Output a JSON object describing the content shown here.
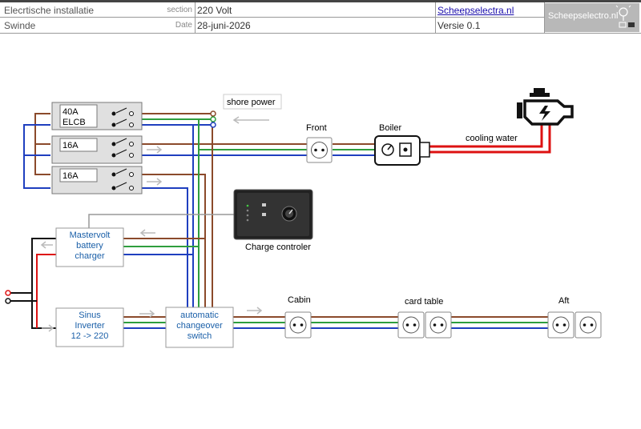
{
  "header": {
    "project": "Elecrtische installatie",
    "vessel": "Swinde",
    "section_label": "section",
    "section_value": "220 Volt",
    "date_label": "Date",
    "date_value": "28-juni-2026",
    "link": "Scheepselectra.nl",
    "version": "Versie 0.1",
    "logo_text": "Scheepselectro.nl"
  },
  "diagram": {
    "breakers": [
      {
        "line1": "40A",
        "line2": "ELCB"
      },
      {
        "line1": "16A"
      },
      {
        "line1": "16A"
      }
    ],
    "shore_power": "shore power",
    "front": "Front",
    "boiler": "Boiler",
    "cooling_water": "cooling water",
    "charge_controller": "Charge controler",
    "charger": {
      "line1": "Mastervolt",
      "line2": "battery",
      "line3": "charger"
    },
    "inverter": {
      "line1": "Sinus",
      "line2": "Inverter",
      "line3": "12 -> 220"
    },
    "changeover": {
      "line1": "automatic",
      "line2": "changeover",
      "line3": "switch"
    },
    "cabin": "Cabin",
    "card_table": "card table",
    "aft": "Aft"
  },
  "colors": {
    "brown": "#8b4a2b",
    "green": "#2e9e3e",
    "blue": "#1f3fbf",
    "red": "#dd1111",
    "black": "#111111",
    "box_text": "#1a5fa8"
  }
}
